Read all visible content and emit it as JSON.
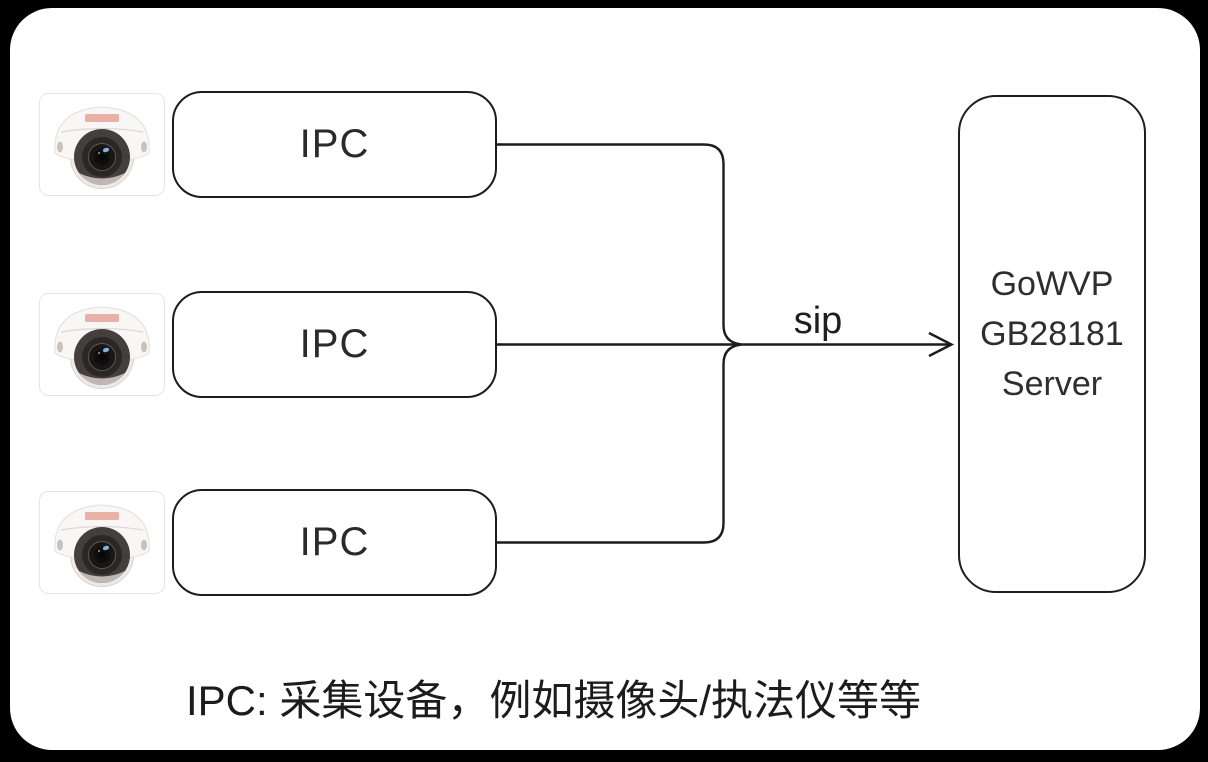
{
  "frame": {
    "background": "#000000",
    "panel_background": "#ffffff",
    "line_color": "#1c1c1c",
    "text_color": "#2a2a2a"
  },
  "diagram": {
    "ipc_boxes": [
      {
        "label": "IPC"
      },
      {
        "label": "IPC"
      },
      {
        "label": "IPC"
      }
    ],
    "camera_icon": "dome-camera-image",
    "edge": {
      "arrow_label": "sip"
    },
    "server": {
      "line1": "GoWVP",
      "line2": "GB28181",
      "line3": "Server"
    },
    "caption": "IPC: 采集设备，例如摄像头/执法仪等等"
  }
}
